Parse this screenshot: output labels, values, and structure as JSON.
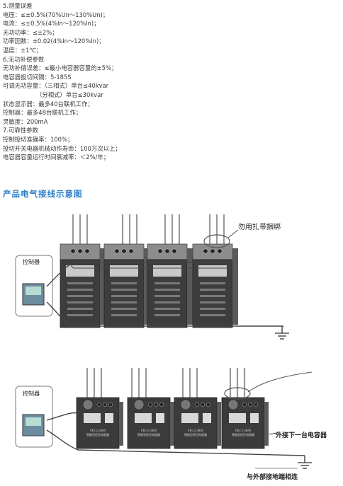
{
  "specs": [
    {
      "text": "5.测量误差",
      "indent": false
    },
    {
      "text": "电压：≤±0.5%(70%Un～130%Un)；",
      "indent": false
    },
    {
      "text": "电流：≤±0.5%(4%In～120%In)；",
      "indent": false
    },
    {
      "text": "无功功率：≤±2%；",
      "indent": false
    },
    {
      "text": "功率因数：±0.02(4%In～120%In)；",
      "indent": false
    },
    {
      "text": "温度：±1℃；",
      "indent": false
    },
    {
      "text": "6.无功补偿参数",
      "indent": false
    },
    {
      "text": "无功补偿误差：≤最小电容器容量的±5%；",
      "indent": false
    },
    {
      "text": "电容器投切间隔：5-185S",
      "indent": false
    },
    {
      "text": "可调无功容量：（三相式）单台≤40kvar",
      "indent": false
    },
    {
      "text": "（分相式）单台≤30kvar",
      "indent": true
    },
    {
      "text": "状态显示器：最多40台联机工作；",
      "indent": false
    },
    {
      "text": "控制器：最多48台联机工作；",
      "indent": false
    },
    {
      "text": "灵敏度：200mA",
      "indent": false
    },
    {
      "text": "7.可靠性参数",
      "indent": false
    },
    {
      "text": "控制投切准确率：100%；",
      "indent": false
    },
    {
      "text": "投切开关电器机械动作寿命：100万次以上；",
      "indent": false
    },
    {
      "text": "电容器容量运行时间衰减率：＜2%/年；",
      "indent": false
    }
  ],
  "section_title": "产品电气接线示意图",
  "diagram1": {
    "controller_label": "控制器",
    "callout": "勿用扎带捆绑"
  },
  "diagram2": {
    "controller_label": "控制器",
    "callout_next": "外接下一台电容器",
    "callout_ground": "与外部接地端相连",
    "nameplate_line1": "CK-□□系列",
    "nameplate_line2": "智能型低压电容器"
  },
  "colors": {
    "heading": "#2a7fc8",
    "device_dark": "#3b3b3b",
    "device_light": "#8a8a8a",
    "cable": "#555555"
  }
}
